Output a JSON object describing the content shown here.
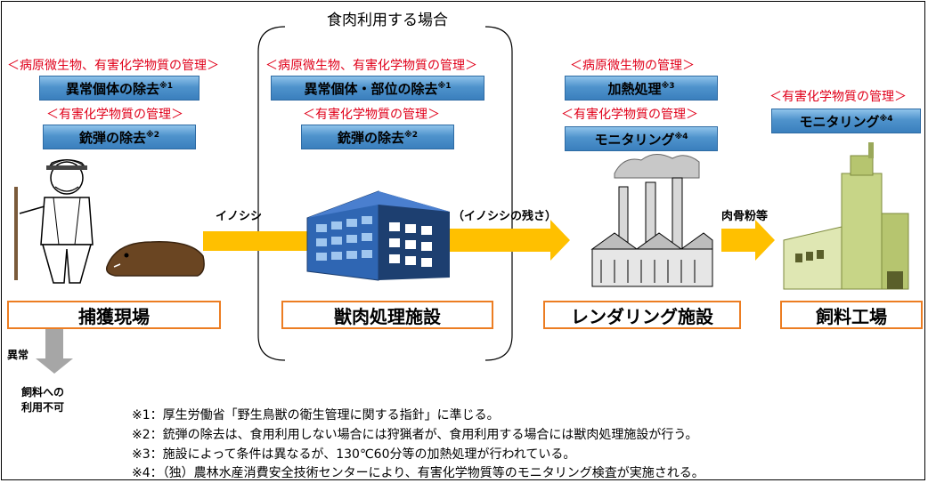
{
  "bracket_title": "食肉利用する場合",
  "stages": {
    "capture": "捕獲現場",
    "meat": "獣肉処理施設",
    "render": "レンダリング施設",
    "feed": "飼料工場"
  },
  "col1": {
    "cat1": "＜病原微生物、有害化学物質の管理＞",
    "box1": "異常個体の除去",
    "box1_mark": "※1",
    "cat2": "＜有害化学物質の管理＞",
    "box2": "銃弾の除去",
    "box2_mark": "※2"
  },
  "col2": {
    "cat1": "＜病原微生物、有害化学物質の管理＞",
    "box1": "異常個体・部位の除去",
    "box1_mark": "※1",
    "cat2": "＜有害化学物質の管理＞",
    "box2": "銃弾の除去",
    "box2_mark": "※2"
  },
  "col3": {
    "cat1": "＜病原微生物の管理＞",
    "box1": "加熱処理",
    "box1_mark": "※3",
    "cat2": "＜有害化学物質の管理＞",
    "box2": "モニタリング",
    "box2_mark": "※4"
  },
  "col4": {
    "cat1": "＜有害化学物質の管理＞",
    "box1": "モニタリング",
    "box1_mark": "※4"
  },
  "flow": {
    "arrow1": "イノシシ",
    "arrow2": "（イノシシの残さ）",
    "arrow3": "肉骨粉等",
    "abnormal": "異常",
    "not_usable_1": "飼料への",
    "not_usable_2": "利用不可"
  },
  "notes": [
    "※1：厚生労働省「野生鳥獣の衛生管理に関する指針」に準じる。",
    "※2：銃弾の除去は、食用利用しない場合には狩猟者が、食用利用する場合には獣肉処理施設が行う。",
    "※3：施設によって条件は異なるが、130℃60分等の加熱処理が行われている。",
    "※4：（独）農林水産消費安全技術センターにより、有害化学物質等のモニタリング検査が実施される。"
  ],
  "colors": {
    "accent_red": "#e0001a",
    "box_blue": "#4f93cc",
    "arrow_yellow": "#ffc000",
    "stage_border": "#ec7d22",
    "down_arrow_gray": "#a6a6a6"
  },
  "icons": [
    "hunter-icon",
    "boar-icon",
    "processing-facility-icon",
    "rendering-plant-icon",
    "feed-factory-icon"
  ]
}
